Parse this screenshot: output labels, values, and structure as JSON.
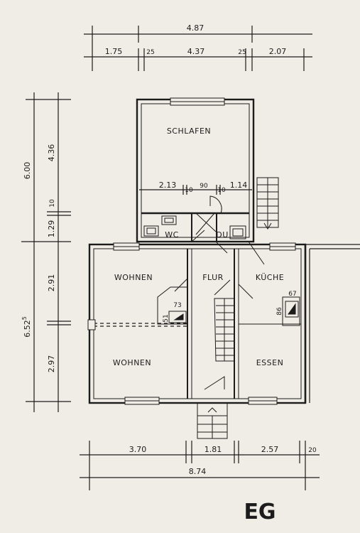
{
  "dimensions": {
    "top_total": "4.87",
    "top_1": "1.75",
    "top_2": "25",
    "top_3": "4.37",
    "top_4": "25",
    "top_5": "2.07",
    "left_upper_total": "6.00",
    "left_upper_1": "4.36",
    "left_upper_2": "10",
    "left_upper_3": "1.29",
    "left_lower_total": "6.52",
    "left_lower_total_sup": "5",
    "left_lower_1": "2.91",
    "left_lower_2": "2.97",
    "inner_1": "2.13",
    "inner_2": "10",
    "inner_3": "90",
    "inner_4": "10",
    "inner_5": "1.14",
    "bottom_1": "3.70",
    "bottom_2": "1.81",
    "bottom_3": "2.57",
    "bottom_4": "20",
    "bottom_total": "8.74",
    "chimney_left_w": "73",
    "chimney_left_h": "51",
    "chimney_right_w": "67",
    "chimney_right_h": "86"
  },
  "rooms": {
    "schlafen": "SCHLAFEN",
    "wc": "WC",
    "du": "DU",
    "wohnen_top": "WOHNEN",
    "flur": "FLUR",
    "kueche": "KÜCHE",
    "wohnen_bottom": "WOHNEN",
    "essen": "ESSEN"
  },
  "floor_label": "EG"
}
